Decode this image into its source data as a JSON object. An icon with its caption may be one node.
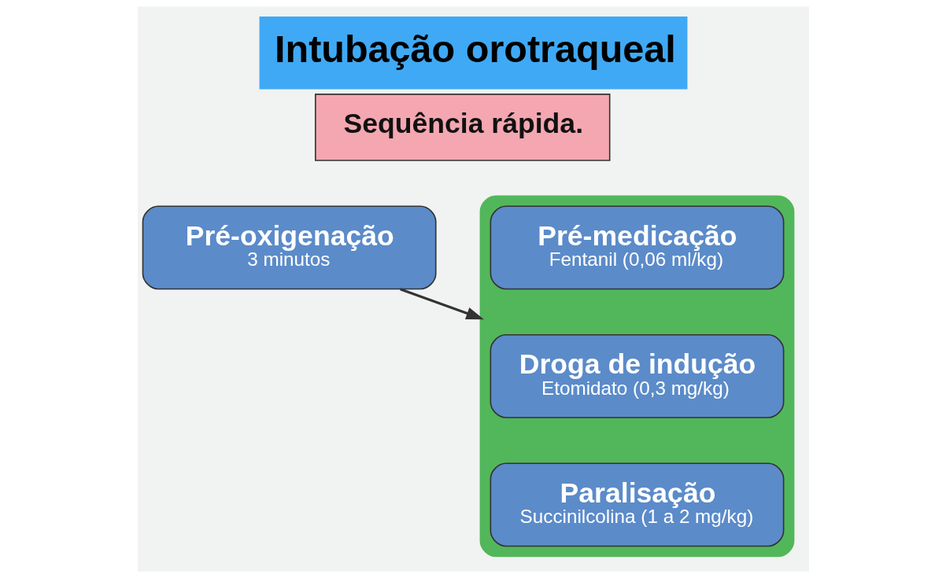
{
  "diagram": {
    "title": "Intubação orotraqueal",
    "nodes": [
      {
        "text": [
          "Sequência rápida."
        ]
      },
      {
        "text": [
          "Pré-oxigenação",
          "3 minutos"
        ]
      },
      {
        "text": [],
        "shape": "box"
      },
      {
        "text": [
          "Pré-medicação",
          "Fentanil (0,06 ml/kg)"
        ],
        "in": 2
      },
      {
        "text": [
          "Droga de indução",
          "Etomidato (0,3 mg/kg)"
        ],
        "in": 2
      },
      {
        "text": [
          "Paralisação",
          "Succinilcolina (1 a 2 mg/kg)"
        ],
        "in": 2
      }
    ],
    "edges": [
      {
        "from": 1,
        "to": 2,
        "arrow": "to"
      }
    ]
  }
}
